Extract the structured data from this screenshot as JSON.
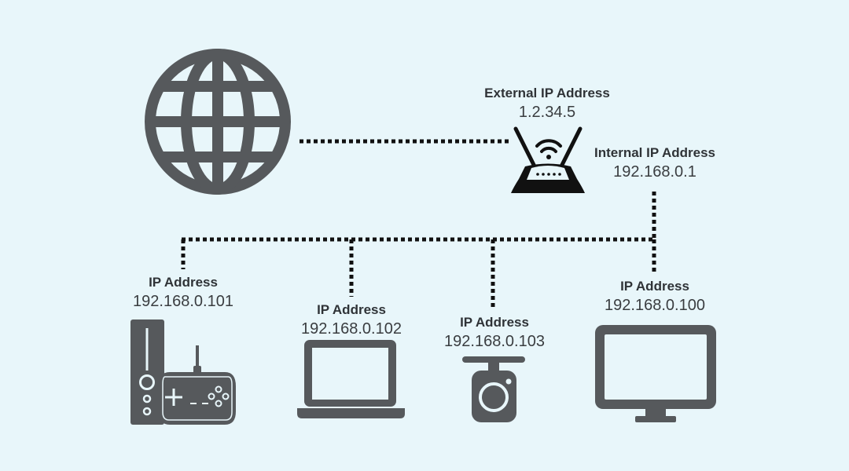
{
  "diagram": {
    "router": {
      "external_label": "External IP Address",
      "external_ip": "1.2.34.5",
      "internal_label": "Internal IP Address",
      "internal_ip": "192.168.0.1"
    },
    "devices": [
      {
        "icon": "game-console-icon",
        "label": "IP Address",
        "ip": "192.168.0.101"
      },
      {
        "icon": "laptop-icon",
        "label": "IP Address",
        "ip": "192.168.0.102"
      },
      {
        "icon": "security-camera-icon",
        "label": "IP Address",
        "ip": "192.168.0.103"
      },
      {
        "icon": "monitor-icon",
        "label": "IP Address",
        "ip": "192.168.0.100"
      }
    ],
    "icons": {
      "internet": "globe-icon",
      "router": "wifi-router-icon"
    },
    "colors": {
      "background": "#e8f6fa",
      "icon": "#56595c",
      "line": "#111111",
      "text": "#2f3337"
    }
  }
}
